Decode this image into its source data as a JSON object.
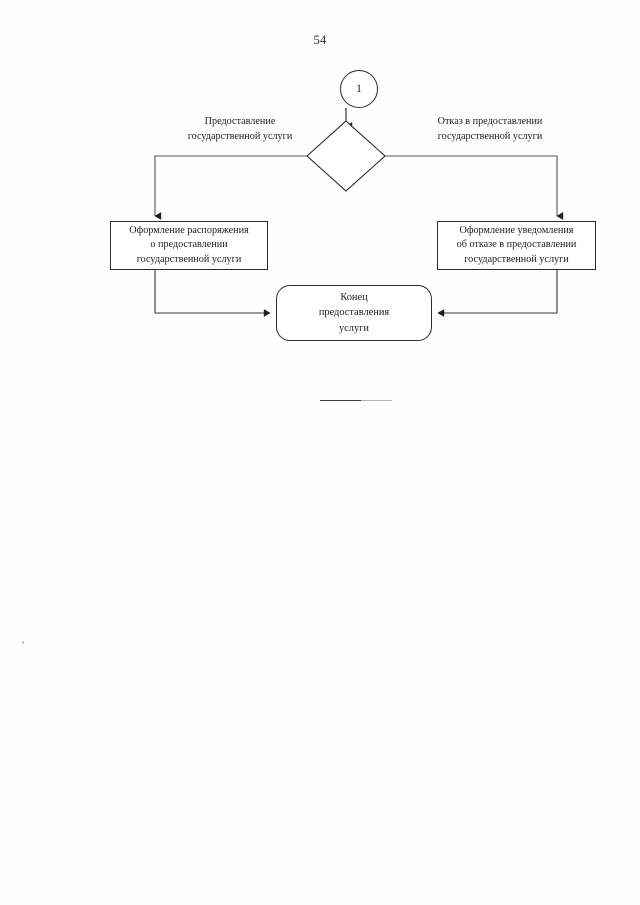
{
  "document": {
    "page_number": "54",
    "language": "ru"
  },
  "flowchart": {
    "type": "flowchart",
    "nodes": [
      {
        "id": "connector-1",
        "shape": "circle",
        "label": "1"
      },
      {
        "id": "decision",
        "shape": "diamond",
        "label": ""
      },
      {
        "id": "issue-order",
        "shape": "rectangle",
        "label": "Оформление распоряжения\nо предоставлении\nгосударственной услуги"
      },
      {
        "id": "issue-refusal-notice",
        "shape": "rectangle",
        "label": "Оформление уведомления\nоб отказе в предоставлении\nгосударственной услуги"
      },
      {
        "id": "end",
        "shape": "rounded-rectangle",
        "label": "Конец\nпредоставления\nуслуги"
      }
    ],
    "edges": [
      {
        "from": "connector-1",
        "to": "decision",
        "label": ""
      },
      {
        "from": "decision",
        "to": "issue-order",
        "label": "Предоставление\nгосударственной услуги"
      },
      {
        "from": "decision",
        "to": "issue-refusal-notice",
        "label": "Отказ в предоставлении\nгосударственной услуги"
      },
      {
        "from": "issue-order",
        "to": "end",
        "label": ""
      },
      {
        "from": "issue-refusal-notice",
        "to": "end",
        "label": ""
      }
    ]
  },
  "footer": {
    "rule": ""
  },
  "colors": {
    "stroke": "#2b2b2b",
    "text": "#1d1d1d",
    "background": "#ffffff"
  }
}
